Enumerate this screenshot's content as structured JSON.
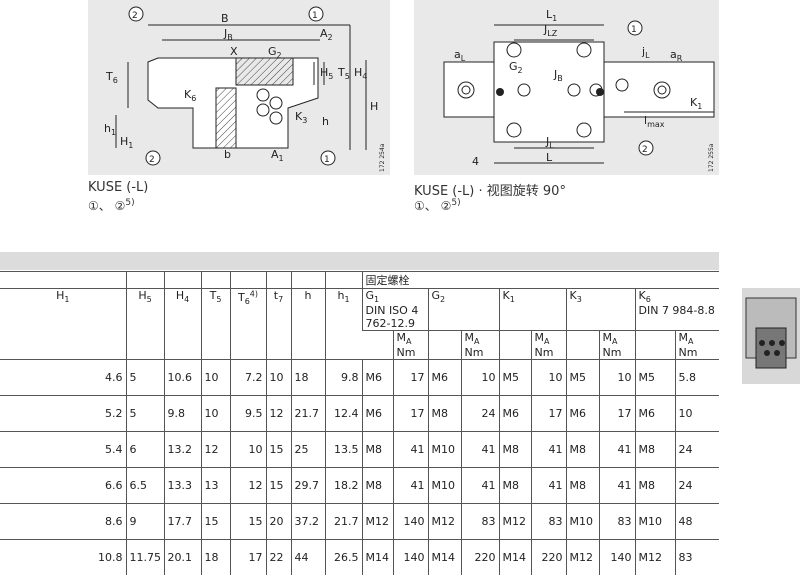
{
  "drawing_left": {
    "labels": {
      "B": "B",
      "JB": "J",
      "JB_sub": "B",
      "A2": "A",
      "A2_sub": "2",
      "X": "X",
      "G2": "G",
      "G2_sub": "2",
      "T6": "T",
      "T6_sub": "6",
      "H5": "H",
      "H5_sub": "5",
      "T5": "T",
      "T5_sub": "5",
      "H4": "H",
      "H4_sub": "4",
      "K6": "K",
      "K6_sub": "6",
      "K3": "K",
      "K3_sub": "3",
      "H": "H",
      "h": "h",
      "h1": "h",
      "h1_sub": "1",
      "H1": "H",
      "H1_sub": "1",
      "b": "b",
      "A1": "A",
      "A1_sub": "1",
      "c1": "1",
      "c2": "2",
      "code": "172 254a"
    }
  },
  "drawing_right": {
    "labels": {
      "L1": "L",
      "L1_sub": "1",
      "JLZ": "J",
      "JLZ_sub": "LZ",
      "aL": "a",
      "aL_sub": "L",
      "jL": "j",
      "jL_sub": "L",
      "aR": "a",
      "aR_sub": "R",
      "G2": "G",
      "G2_sub": "2",
      "JB": "J",
      "JB_sub": "B",
      "K1": "K",
      "K1_sub": "1",
      "lmax": "l",
      "lmax_sub": "max",
      "n4": "4",
      "JL": "J",
      "JL_sub": "L",
      "L": "L",
      "c1": "1",
      "c2": "2",
      "code": "172 255a"
    }
  },
  "captions": {
    "left": "KUSE (-L)",
    "left_refs": "①、 ②",
    "left_sup": "5)",
    "right": "KUSE (-L) · 视图旋转 90°",
    "right_refs": "①、 ②",
    "right_sup": "5)"
  },
  "table": {
    "group_header": "固定螺栓",
    "headers": [
      {
        "base": "H",
        "sub": "1"
      },
      {
        "base": "H",
        "sub": "5"
      },
      {
        "base": "H",
        "sub": "4"
      },
      {
        "base": "T",
        "sub": "5"
      },
      {
        "base": "T",
        "sub": "6",
        "sup": "4)"
      },
      {
        "base": "t",
        "sub": "7"
      },
      {
        "base": "h",
        "sub": ""
      },
      {
        "base": "h",
        "sub": "1"
      }
    ],
    "bolt_headers": [
      {
        "base": "G",
        "sub": "1",
        "std": "DIN ISO 4 762-12.9"
      },
      {
        "base": "G",
        "sub": "2",
        "std": ""
      },
      {
        "base": "K",
        "sub": "1",
        "std": ""
      },
      {
        "base": "K",
        "sub": "3",
        "std": ""
      },
      {
        "base": "K",
        "sub": "6",
        "std": "DIN 7 984-8.8"
      }
    ],
    "ma_label": "M",
    "ma_sub": "A",
    "nm_label": "Nm",
    "rows": [
      [
        "4.6",
        "5",
        "10.6",
        "10",
        "7.2",
        "10",
        "18",
        "9.8",
        "M6",
        "17",
        "M6",
        "10",
        "M5",
        "10",
        "M5",
        "10",
        "M5",
        "5.8"
      ],
      [
        "5.2",
        "5",
        "9.8",
        "10",
        "9.5",
        "12",
        "21.7",
        "12.4",
        "M6",
        "17",
        "M8",
        "24",
        "M6",
        "17",
        "M6",
        "17",
        "M6",
        "10"
      ],
      [
        "5.4",
        "6",
        "13.2",
        "12",
        "10",
        "15",
        "25",
        "13.5",
        "M8",
        "41",
        "M10",
        "41",
        "M8",
        "41",
        "M8",
        "41",
        "M8",
        "24"
      ],
      [
        "6.6",
        "6.5",
        "13.3",
        "13",
        "12",
        "15",
        "29.7",
        "18.2",
        "M8",
        "41",
        "M10",
        "41",
        "M8",
        "41",
        "M8",
        "41",
        "M8",
        "24"
      ],
      [
        "8.6",
        "9",
        "17.7",
        "15",
        "15",
        "20",
        "37.2",
        "21.7",
        "M12",
        "140",
        "M12",
        "83",
        "M12",
        "83",
        "M10",
        "83",
        "M10",
        "48"
      ],
      [
        "10.8",
        "11.75",
        "20.1",
        "18",
        "17",
        "22",
        "44",
        "26.5",
        "M14",
        "140",
        "M14",
        "220",
        "M14",
        "220",
        "M12",
        "140",
        "M12",
        "83"
      ]
    ]
  }
}
